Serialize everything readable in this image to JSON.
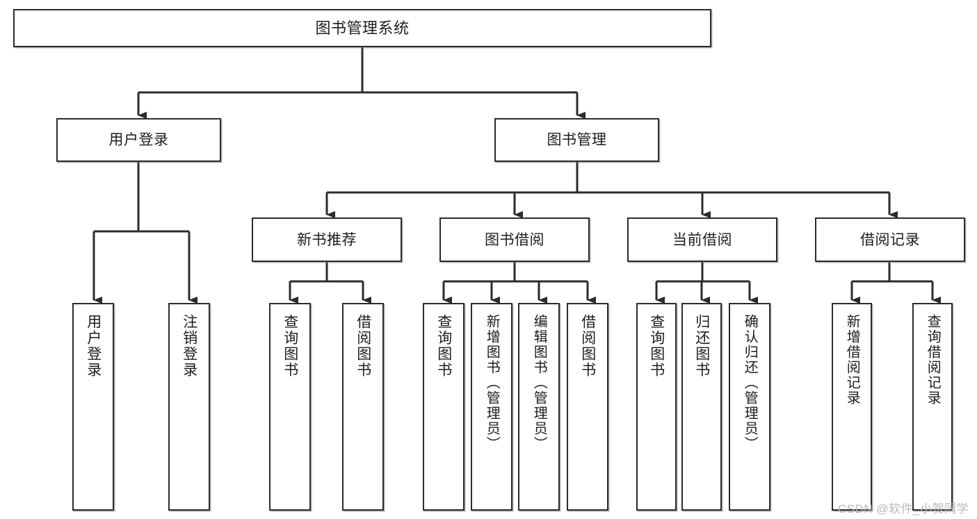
{
  "diagram": {
    "title": "图书管理系统",
    "type": "tree-hierarchy",
    "root": {
      "label": "图书管理系统"
    },
    "level2": [
      {
        "label": "用户登录"
      },
      {
        "label": "图书管理"
      }
    ],
    "level3": [
      {
        "label": "新书推荐"
      },
      {
        "label": "图书借阅"
      },
      {
        "label": "当前借阅"
      },
      {
        "label": "借阅记录"
      }
    ],
    "leaves_user_login": [
      {
        "label": "用户登录"
      },
      {
        "label": "注销登录"
      }
    ],
    "leaves_new_book": [
      {
        "label": "查询图书"
      },
      {
        "label": "借阅图书"
      }
    ],
    "leaves_book_borrow": [
      {
        "label": "查询图书"
      },
      {
        "label": "新增图书（管理员）"
      },
      {
        "label": "编辑图书（管理员）"
      },
      {
        "label": "借阅图书"
      }
    ],
    "leaves_current_borrow": [
      {
        "label": "查询图书"
      },
      {
        "label": "归还图书"
      },
      {
        "label": "确认归还（管理员）"
      }
    ],
    "leaves_borrow_record": [
      {
        "label": "新增借阅记录"
      },
      {
        "label": "查询借阅记录"
      }
    ]
  },
  "watermark": {
    "text": "CSDN @软件_小贺同学"
  },
  "colors": {
    "stroke": "#2b2b2b",
    "fill": "#ffffff",
    "text": "#1d1d1d",
    "watermark": "#b9b9b9"
  }
}
